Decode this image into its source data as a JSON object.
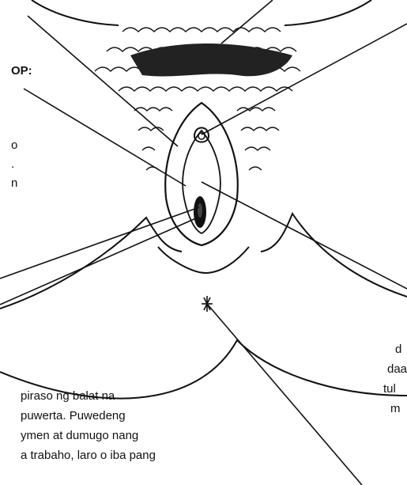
{
  "labels": {
    "top_left_fragment": "OP:",
    "left_fragment_line1": "o",
    "left_fragment_line2": ".",
    "left_fragment_line3": "n",
    "bottom_line1": "piraso ng balat na",
    "bottom_line2": "puwerta. Puwedeng",
    "bottom_line3": "ymen at dumugo nang",
    "bottom_line4": "a trabaho, laro o iba pang",
    "right_line1": "d",
    "right_line2": "daa",
    "right_line3": "tul",
    "right_line4": "m"
  },
  "colors": {
    "ink": "#111111",
    "background": "#ffffff"
  }
}
